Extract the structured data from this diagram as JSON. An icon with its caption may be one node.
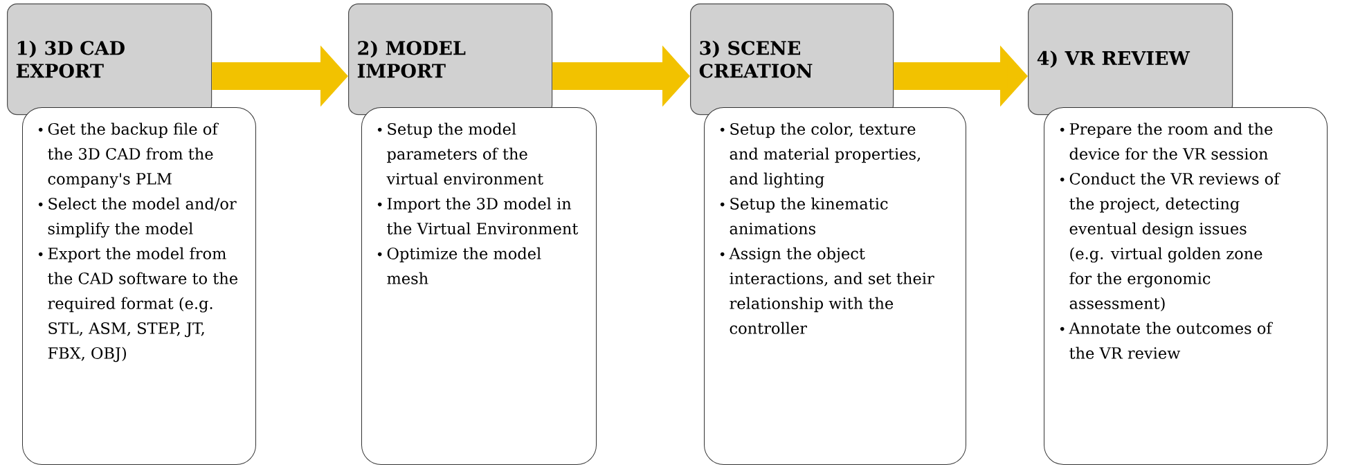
{
  "diagram": {
    "nodes": [
      {
        "text": [
          "1) 3D CAD EXPORT"
        ]
      },
      {
        "text": [
          "Get the backup file of the 3D CAD from the company's PLM",
          "Select the model and/or simplify the model",
          "Export the model from the CAD software to the required format (e.g. STL, ASM, STEP, JT, FBX, OBJ)"
        ]
      },
      {
        "text": [
          "2) MODEL IMPORT"
        ]
      },
      {
        "text": [
          "Setup the model parameters of the virtual environment",
          "Import the 3D model in the Virtual Environment",
          "Optimize the model mesh"
        ]
      },
      {
        "text": [
          "3) SCENE CREATION"
        ]
      },
      {
        "text": [
          "Setup the color, texture and material properties, and lighting",
          "Setup the kinematic animations",
          "Assign the object interactions, and set their relationship with the controller"
        ]
      },
      {
        "text": [
          "4) VR REVIEW"
        ]
      },
      {
        "text": [
          "Prepare the room and the device for the VR session",
          "Conduct the VR reviews of the project, detecting eventual design issues (e.g. virtual golden zone for the ergonomic assessment)",
          "Annotate the outcomes of the VR review"
        ]
      }
    ],
    "edges": [
      {
        "from": 0,
        "to": 2,
        "arrow": "to"
      },
      {
        "from": 2,
        "to": 4,
        "arrow": "to"
      },
      {
        "from": 4,
        "to": 6,
        "arrow": "to"
      }
    ]
  }
}
